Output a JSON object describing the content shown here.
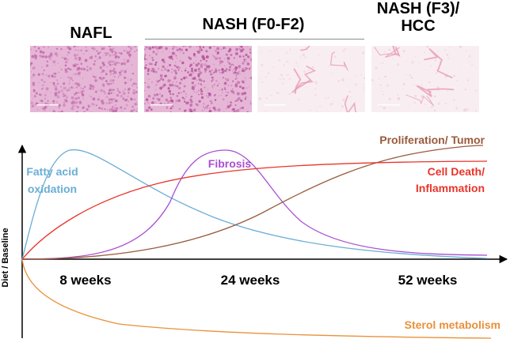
{
  "stages": {
    "nafl": "NAFL",
    "nash_early": "NASH (F0-F2)",
    "nash_late_line1": "NASH (F3)/",
    "nash_late_line2": "HCC"
  },
  "histology_panels": [
    {
      "stain_color": "#c06aaa",
      "density": "high"
    },
    {
      "stain_color": "#b24f98",
      "density": "high"
    },
    {
      "stain_color": "#f2d6dc",
      "density": "low"
    },
    {
      "stain_color": "#f0cfd8",
      "density": "low"
    }
  ],
  "chart_data": {
    "type": "line",
    "ylabel": "Diet / Baseline",
    "x_ticks": [
      "8 weeks",
      "24 weeks",
      "52 weeks"
    ],
    "series": [
      {
        "name": "Fatty acid oxidation",
        "label_lines": [
          "Fatty acid",
          "oxidation"
        ],
        "color": "#6aaed6",
        "trend": "early peak then decline"
      },
      {
        "name": "Fibrosis",
        "label_lines": [
          "Fibrosis"
        ],
        "color": "#a94fd1",
        "trend": "peak at mid time"
      },
      {
        "name": "Proliferation/ Tumor",
        "label_lines": [
          "Proliferation/ Tumor"
        ],
        "color": "#9a5a3c",
        "trend": "sigmoidal rise to late plateau"
      },
      {
        "name": "Cell Death/ Inflammation",
        "label_lines": [
          "Cell Death/",
          "Inflammation"
        ],
        "color": "#e8352a",
        "trend": "rapid rise then plateau"
      },
      {
        "name": "Sterol metabolism",
        "label_lines": [
          "Sterol metabolism"
        ],
        "color": "#e8913a",
        "trend": "drops below baseline"
      }
    ]
  }
}
